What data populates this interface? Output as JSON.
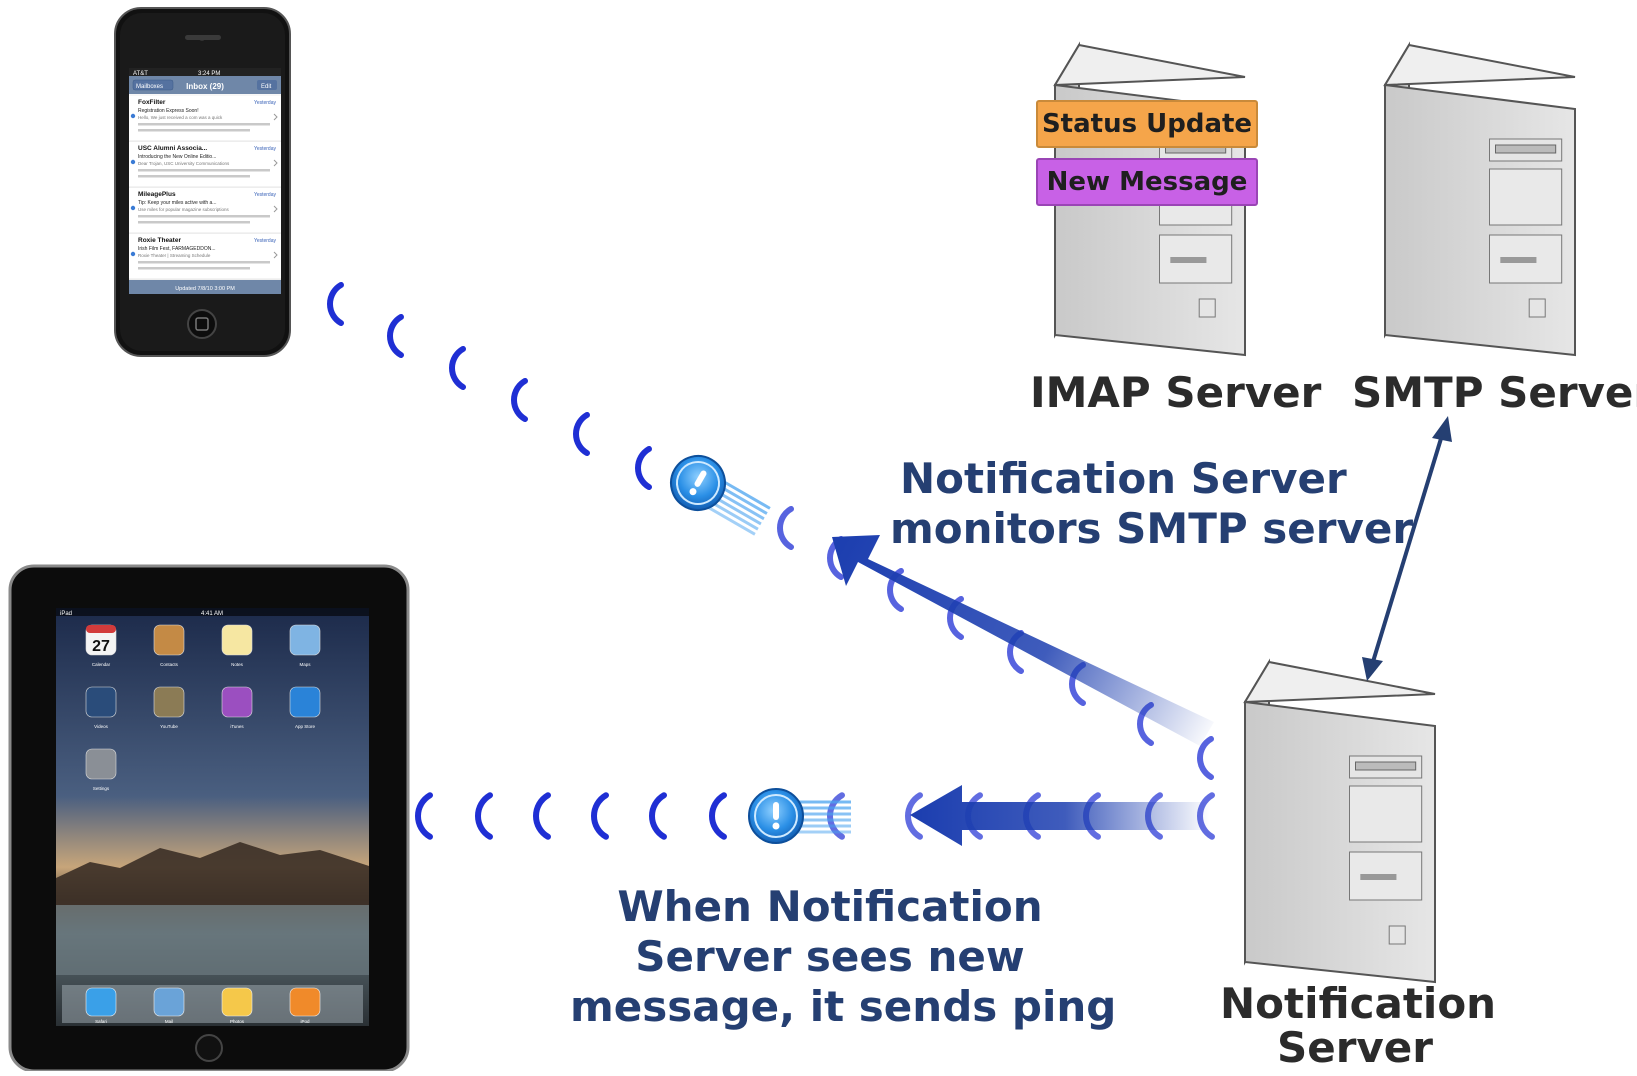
{
  "servers": {
    "imap": {
      "label": "IMAP Server"
    },
    "smtp": {
      "label": "SMTP Server"
    },
    "notification": {
      "label_line1": "Notification",
      "label_line2": "Server"
    }
  },
  "tags": {
    "status_update": "Status Update",
    "new_message": "New Message",
    "status_color": "#f5a54a",
    "message_color": "#c861e6"
  },
  "annotations": {
    "monitor_line1": "Notification Server",
    "monitor_line2": "monitors SMTP server",
    "ping_line1": "When Notification",
    "ping_line2": "Server sees new",
    "ping_line3": "message, it sends ping"
  },
  "iphone": {
    "status_carrier": "AT&T",
    "status_time": "3:24 PM",
    "back_button": "Mailboxes",
    "title": "Inbox (29)",
    "edit_button": "Edit",
    "messages": [
      {
        "sender": "FoxFilter",
        "date": "Yesterday",
        "subject": "Registration Express Soon!",
        "preview": "Hello, We just received a com was a quick"
      },
      {
        "sender": "USC Alumni Associa...",
        "date": "Yesterday",
        "subject": "Introducing the New Online Editio...",
        "preview": "Dear Trojan, USC University Communications"
      },
      {
        "sender": "MileagePlus",
        "date": "Yesterday",
        "subject": "Tip: Keep your miles active with a...",
        "preview": "Use miles for popular magazine subscriptions"
      },
      {
        "sender": "Roxie Theater",
        "date": "Yesterday",
        "subject": "Irish Film Fest, FARMAGEDDON...",
        "preview": "Roxie Theater | Streaming Schedule"
      }
    ],
    "footer": "Updated 7/8/10 3:00 PM"
  },
  "ipad": {
    "status_left": "iPad",
    "status_time": "4:41 AM",
    "calendar_date": "27",
    "apps": [
      "Calendar",
      "Contacts",
      "Notes",
      "Maps",
      "Videos",
      "YouTube",
      "iTunes",
      "App Store",
      "Settings"
    ],
    "dock": [
      "Safari",
      "Mail",
      "Photos",
      "iPod"
    ]
  },
  "colors": {
    "wave": "#1f2fd4",
    "arrow": "#1d3fb0",
    "label_blue": "#253f72",
    "server_gray": "#dadada"
  }
}
